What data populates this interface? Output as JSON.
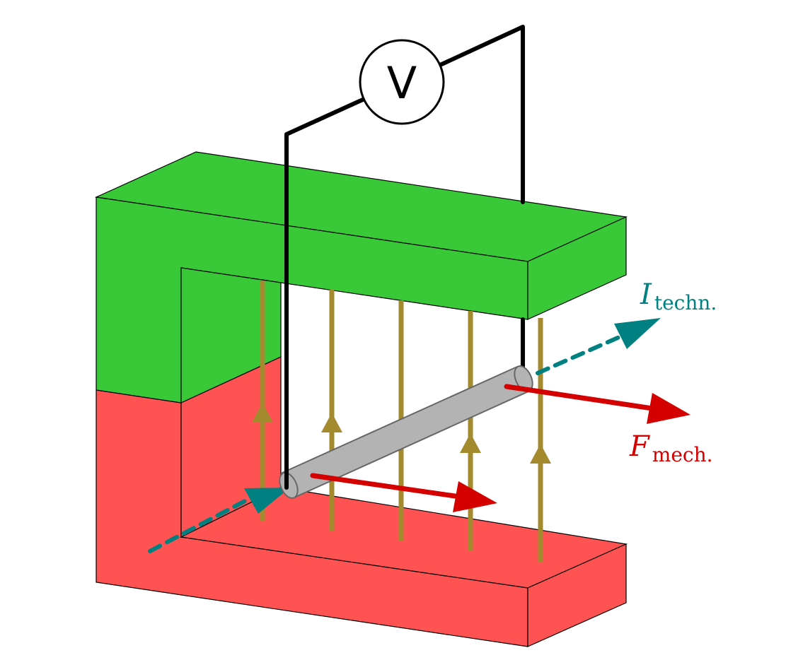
{
  "voltmeter": {
    "symbol": "V"
  },
  "labels": {
    "current": {
      "main": "I",
      "sub": "techn."
    },
    "force": {
      "main": "F",
      "sub": "mech."
    }
  },
  "colors": {
    "north_pole": "#38c838",
    "south_pole": "#ff5252",
    "field_lines": "#a38a2f",
    "current": "#008080",
    "force": "#d40000",
    "conductor": "#b3b3b3",
    "wire": "#000000"
  }
}
